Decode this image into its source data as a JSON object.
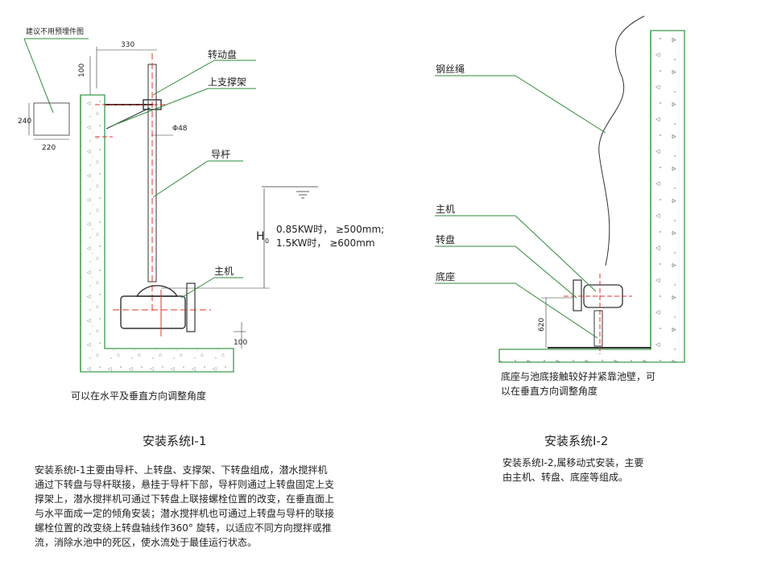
{
  "left": {
    "note_top": "建议不用预埋件图",
    "dims": {
      "d330": "330",
      "d100_top": "100",
      "d240": "240",
      "d220": "220",
      "phi48": "Φ48",
      "d100_bottom": "100"
    },
    "labels": {
      "rotating_disc": "转动盘",
      "upper_bracket": "上支撑架",
      "guide_rod": "导杆",
      "main_unit": "主机"
    },
    "h0": {
      "symbol": "H",
      "subscript": "0",
      "line1": "0.85KW时，  ≥500mm;",
      "line2": "1.5KW时，  ≥600mm"
    },
    "caption": "可以在水平及垂直方向调整角度",
    "title": "安装系统Ⅰ-1",
    "description": [
      "安装系统Ⅰ-1主要由导杆、上转盘、支撑架、下转盘组成，潜水搅拌机",
      "通过下转盘与导杆联接，悬挂于导杆下部，导杆则通过上转盘固定上支",
      "撑架上，潜水搅拌机可通过下转盘上联接螺栓位置的改变，在垂直面上",
      "与水平面成一定的倾角安装；潜水搅拌机也可通过上转盘与导杆的联接",
      "螺栓位置的改变绕上转盘轴线作360° 旋转，以适应不同方向搅拌或推",
      "流，消除水池中的死区，使水流处于最佳运行状态。"
    ]
  },
  "right": {
    "labels": {
      "wire_rope": "钢丝绳",
      "main_unit": "主机",
      "turntable": "转盘",
      "base": "底座"
    },
    "dims": {
      "d620": "620"
    },
    "caption": [
      "底座与池底接触较好并紧靠池壁，可",
      "以在垂直方向调整角度"
    ],
    "title": "安装系统Ⅰ-2",
    "description": [
      "安装系统Ⅰ-2,属移动式安装，主要",
      "由主机、转盘、底座等组成。"
    ]
  },
  "colors": {
    "leader_green": "#2e8b3a",
    "red": "#e0342c",
    "wall_green": "#3a9a4a",
    "line": "#333333"
  }
}
